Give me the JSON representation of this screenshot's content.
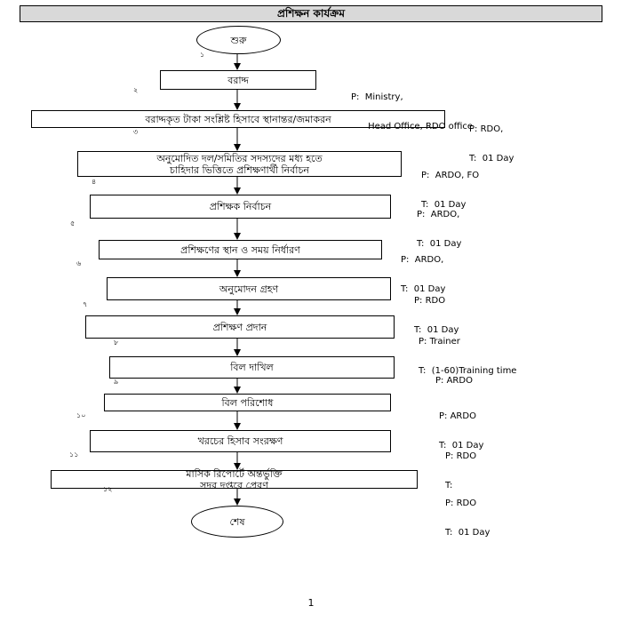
{
  "title": "প্রশিক্ষন কার্যক্রম",
  "start": "শুরু",
  "end": "শেষ",
  "steps": [
    {
      "num": "১",
      "lines": [
        "বরাদ্দ"
      ],
      "role_lines": [
        "P:  Ministry,",
        "      Head Office, RDO office"
      ]
    },
    {
      "num": "২",
      "lines": [
        "বরাদ্দকৃত টাকা সংশ্লিষ্ট হিসাবে স্থানান্তর/জমাকরন"
      ],
      "role_lines": [
        "P: RDO,",
        "T:  01 Day"
      ]
    },
    {
      "num": "৩",
      "lines": [
        "অনুমোদিত দল/সমিতির সদস্যদের মধ্য হতে",
        "চাহিদার ভিত্তিতে প্রশিক্ষণার্থী নির্বাচন"
      ],
      "role_lines": [
        "P:  ARDO, FO",
        "T:  01 Day"
      ]
    },
    {
      "num": "৪",
      "lines": [
        "প্রশিক্ষক নির্বাচন"
      ],
      "role_lines": [
        "P:  ARDO,",
        "T:  01 Day"
      ]
    },
    {
      "num": "৫",
      "lines": [
        "প্রশিক্ষণের স্থান ও সময় নির্ধারণ"
      ],
      "role_lines": [
        "P:  ARDO,",
        "T:  01 Day"
      ]
    },
    {
      "num": "৬",
      "lines": [
        "অনুমোদন গ্রহণ"
      ],
      "role_lines": [
        "P: RDO",
        "T:  01 Day"
      ]
    },
    {
      "num": "৭",
      "lines": [
        "প্রশিক্ষণ প্রদান"
      ],
      "role_lines": [
        "P: Trainer",
        "T:  (1-60)Training time"
      ]
    },
    {
      "num": "৮",
      "lines": [
        "বিল দাখিল"
      ],
      "role_lines": [
        "P: ARDO"
      ]
    },
    {
      "num": "৯",
      "lines": [
        "বিল পরিশোধ"
      ],
      "role_lines": [
        "P: ARDO",
        "T:  01 Day"
      ]
    },
    {
      "num": "১০",
      "lines": [
        "খরচের হিসাব সংরক্ষণ"
      ],
      "role_lines": [
        "P: RDO",
        "T:"
      ]
    },
    {
      "num": "১১",
      "lines": [
        "মাসিক রিপোর্টে অন্তর্ভুক্তি",
        "সদর দপ্তরে প্রেরণ"
      ],
      "role_lines": [
        "P: RDO",
        "T:  01 Day"
      ]
    },
    {
      "num": "১২",
      "lines": [],
      "role_lines": []
    }
  ],
  "page_number": "1"
}
